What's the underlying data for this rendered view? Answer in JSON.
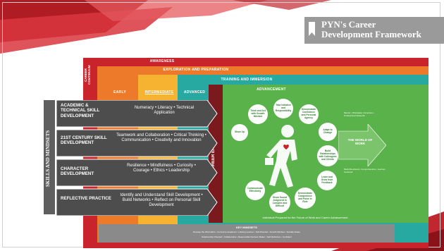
{
  "header": {
    "title": "PYN's Career\nDevelopment Framework"
  },
  "continuum": {
    "label": "CAREER CONTINUUM",
    "bands": {
      "awareness": "AWARENESS",
      "exploration": "EXPLORATION AND PREPARATION",
      "training": "TRAINING AND IMMERSION",
      "advancement": "ADVANCEMENT"
    },
    "levels": {
      "early": "EARLY",
      "intermediate": "INTERMEDIATE",
      "advanced": "ADVANCED"
    }
  },
  "side_label": "SKILLS AND MINDSETS",
  "career_entry": "CAREER ENTRY",
  "rows": [
    {
      "title": "ACADEMIC & TECHNICAL SKILL DEVELOPMENT",
      "skills": "Numeracy • Literacy • Technical Application"
    },
    {
      "title": "21ST CENTURY SKILL DEVELOPMENT",
      "skills": "Teamwork and Collaboration • Critical Thinking • Communication • Creativity and Innovation"
    },
    {
      "title": "CHARACTER DEVELOPMENT",
      "skills": "Resilience • Mindfulness • Curiosity • Courage • Ethics • Leadership"
    },
    {
      "title": "REFLECTIVE PRACTICE",
      "skills": "Identify and Understand Skill Development • Build Networks • Reflect on Personal Skill Development"
    }
  ],
  "circles": [
    "Think and Act with Growth Mindset",
    "Take Initiative and Responsibility",
    "Demonstrate Confidence and Personal Agency",
    "Adapt to Change",
    "Build Relationships with Colleagues and Clients",
    "Learn and Grow from Feedback",
    "Demonstrate Competence and Poise in Role",
    "Show Sound Judgment in Complex and Difficult",
    "Communicate Effectively",
    "Show Up"
  ],
  "world_of_work": "THE WORLD OF WORK",
  "right_notes": {
    "top": "Mentor • Workplace Immersion • Professional Networks",
    "bottom": "Multi-Directional • Comprehensive • Learner-Centered"
  },
  "outcome": "Individual Prepared for the Future of Work and Career Advancement",
  "mindsets": {
    "label": "KEY MINDSETS",
    "line1": "Develop the Work Ethic • Commit to Academic • Lifelong Learner • Self-Directed • Growth Mindset • Socially Aware",
    "line2": "Relationship Oriented • Collaborative • Responsible Decision Maker • Self-Reflective • Confident"
  },
  "colors": {
    "red": "#c9232c",
    "orange": "#ec7a2a",
    "yellow": "#f6b332",
    "teal": "#27a8a1",
    "green": "#5ab24a",
    "gray": "#5f5f5f",
    "maroon": "#7a1a1e",
    "title_bg": "#9a9a9a"
  },
  "icons": {
    "bookmark": "bookmark-icon",
    "walker": "walking-person-icon"
  }
}
